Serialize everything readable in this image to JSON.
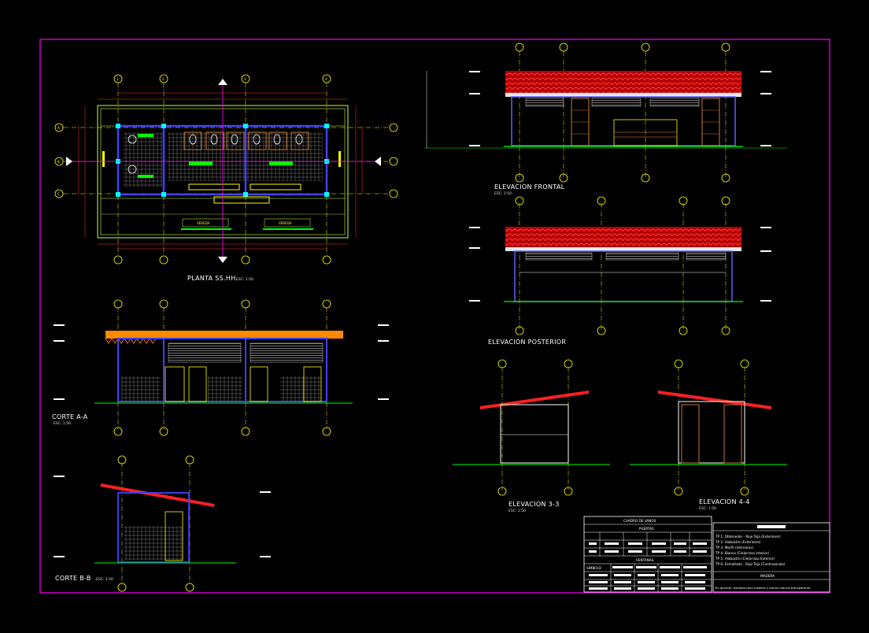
{
  "drawing": {
    "titles": {
      "plan": "PLANTA SS.HH.",
      "front": "ELEVACION FRONTAL",
      "rear": "ELEVACION POSTERIOR",
      "cut_aa": "CORTE A-A",
      "cut_bb": "CORTE B-B",
      "elev33": "ELEVACION 3-3",
      "elev44": "ELEVACION 4-4"
    },
    "scale_label": "ESC: 1:50",
    "plan_labels": {
      "vereda_left": "VEREDA",
      "vereda_right": "VEREDA"
    },
    "axes_numbers": [
      "1",
      "2",
      "3",
      "4"
    ],
    "axes_letters": [
      "A",
      "B",
      "C"
    ]
  },
  "schedule": {
    "title": "CUADRO DE VANOS",
    "doors_heading": "PUERTAS",
    "windows_heading": "VENTANAS",
    "symbol_label": "SIMBOLO"
  },
  "legend": {
    "items": [
      "TP 1: Obtenedor - Rojo Teja (Exteriores)",
      "TP 2: Alabastro (Exteriores)",
      "TP 3: Marfil (Interiores)",
      "TP 4: Blanco (Cielorraso Interior)",
      "TP 5: Alabastro (Cielorraso Exterior)",
      "TP 6: Esmaltado - Rojo Teja (Contrazocalo)"
    ],
    "material_heading": "MADERA",
    "note": "En general: estilado para madera y barniz natural transparente"
  },
  "colors": {
    "background": "#000000",
    "frame": "#ff00ff",
    "roof": "#ff2020",
    "axis": "#ffff00",
    "wall": "#4040ff",
    "dimension": "#ff3030",
    "cyan": "#00ffff",
    "green": "#00ff00",
    "wood": "#c87830"
  }
}
